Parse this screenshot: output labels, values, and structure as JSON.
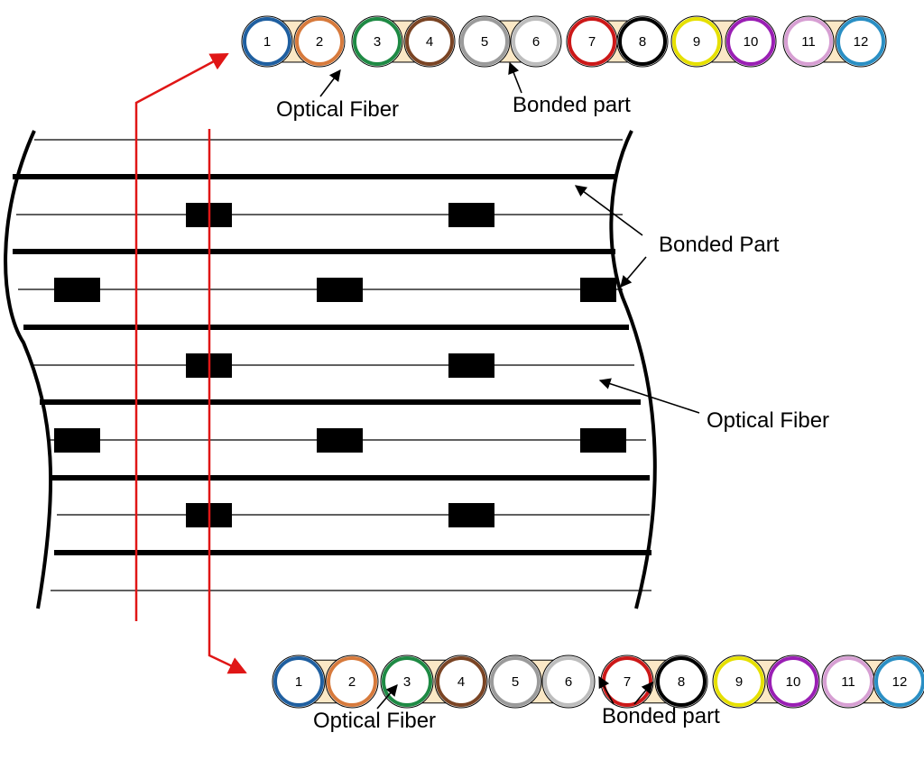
{
  "labels": {
    "top_fiber": "Optical Fiber",
    "top_bonded": "Bonded part",
    "right_bonded": "Bonded Part",
    "right_fiber": "Optical Fiber",
    "bottom_fiber": "Optical Fiber",
    "bottom_bonded": "Bonded part"
  },
  "fibers": [
    {
      "number": "1",
      "color": "#1f5fa0"
    },
    {
      "number": "2",
      "color": "#d77a3c"
    },
    {
      "number": "3",
      "color": "#1e8a44"
    },
    {
      "number": "4",
      "color": "#7a4424"
    },
    {
      "number": "5",
      "color": "#9b9b9b"
    },
    {
      "number": "6",
      "color": "#bdbdbd"
    },
    {
      "number": "7",
      "color": "#cc1818"
    },
    {
      "number": "8",
      "color": "#000000"
    },
    {
      "number": "9",
      "color": "#e6e000"
    },
    {
      "number": "10",
      "color": "#9a1fb4"
    },
    {
      "number": "11",
      "color": "#d79fd3"
    },
    {
      "number": "12",
      "color": "#2a8fc4"
    }
  ],
  "colors": {
    "bond_fill": "#fbe8c6",
    "cut_line": "#e01616",
    "ink": "#000000"
  }
}
